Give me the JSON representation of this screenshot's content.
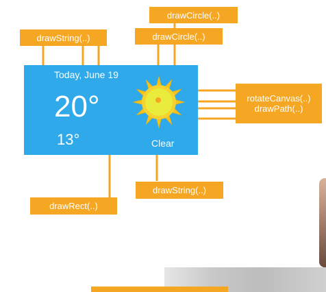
{
  "card": {
    "date": "Today, June 19",
    "high_temp": "20°",
    "low_temp": "13°",
    "condition": "Clear"
  },
  "labels": {
    "draw_circle_top": "drawCircle(..)",
    "draw_string_top": "drawString(..)",
    "draw_circle_mid": "drawCircle(..)",
    "rotate_canvas": "rotateCanvas(..)",
    "draw_path": "drawPath(..)",
    "draw_string_bottom": "drawString(..)",
    "draw_rect": "drawRect(..)"
  },
  "colors": {
    "label_bg": "#f5a623",
    "card_bg": "#2fa9e9",
    "sun_core": "#e9ec3c",
    "sun_rays": "#f4c21a"
  }
}
